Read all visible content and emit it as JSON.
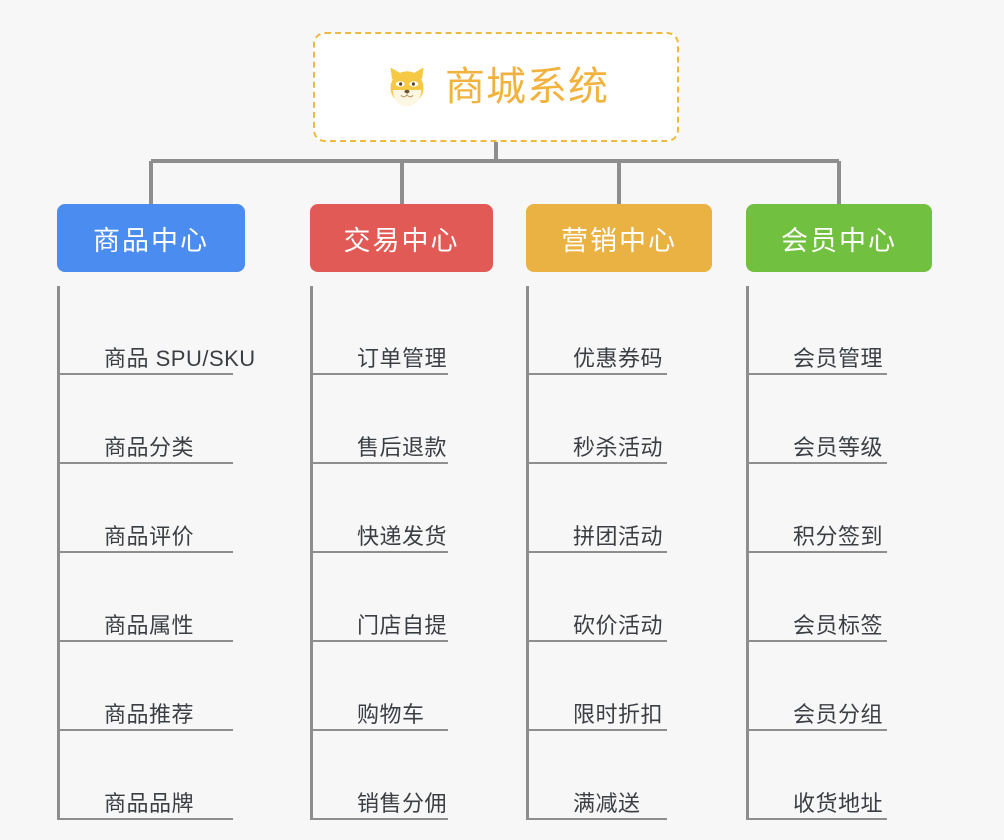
{
  "page": {
    "background_color": "#f7f7f7",
    "line_color": "#8e8e8e"
  },
  "root": {
    "title": "商城系统",
    "icon": "dog-face-icon",
    "border_color": "#eeb93f",
    "text_color": "#f2b23e",
    "background_color": "#ffffff"
  },
  "categories": [
    {
      "label": "商品中心",
      "color": "#4a8cf0",
      "items": [
        {
          "label": "商品 SPU/SKU"
        },
        {
          "label": "商品分类"
        },
        {
          "label": "商品评价"
        },
        {
          "label": "商品属性"
        },
        {
          "label": "商品推荐"
        },
        {
          "label": "商品品牌"
        }
      ]
    },
    {
      "label": "交易中心",
      "color": "#e25a55",
      "items": [
        {
          "label": "订单管理"
        },
        {
          "label": "售后退款"
        },
        {
          "label": "快递发货"
        },
        {
          "label": "门店自提"
        },
        {
          "label": "购物车"
        },
        {
          "label": "销售分佣"
        }
      ]
    },
    {
      "label": "营销中心",
      "color": "#eab143",
      "items": [
        {
          "label": "优惠券码"
        },
        {
          "label": "秒杀活动"
        },
        {
          "label": "拼团活动"
        },
        {
          "label": "砍价活动"
        },
        {
          "label": "限时折扣"
        },
        {
          "label": "满减送"
        }
      ]
    },
    {
      "label": "会员中心",
      "color": "#72c040",
      "items": [
        {
          "label": "会员管理"
        },
        {
          "label": "会员等级"
        },
        {
          "label": "积分签到"
        },
        {
          "label": "会员标签"
        },
        {
          "label": "会员分组"
        },
        {
          "label": "收货地址"
        }
      ]
    }
  ]
}
